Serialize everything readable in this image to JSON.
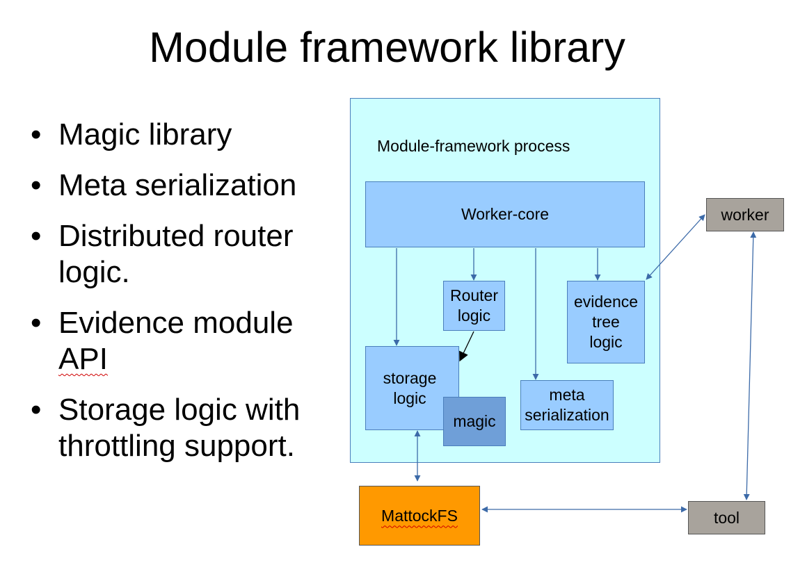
{
  "slide": {
    "title": "Module framework library",
    "bullets": [
      "Magic library",
      "Meta serialization",
      "Distributed router logic.",
      "Evidence module ",
      "Storage logic with throttling support."
    ],
    "bullet_api": "API"
  },
  "diagram": {
    "process_label": "Module-framework process",
    "worker_core": "Worker-core",
    "router_line1": "Router",
    "router_line2": "logic",
    "evidence_line1": "evidence",
    "evidence_line2": "tree",
    "evidence_line3": "logic",
    "storage_line1": "storage",
    "storage_line2": "logic",
    "magic": "magic",
    "meta_line1": "meta",
    "meta_line2": "serialization",
    "worker": "worker",
    "mattockfs": "MattockFS",
    "tool": "tool"
  },
  "colors": {
    "process_fill": "#ccffff",
    "module_fill": "#99ccff",
    "magic_fill": "#6f9fd8",
    "mattockfs_fill": "#ff9900",
    "external_fill": "#a8a39c",
    "arrow": "#3c6aa8"
  }
}
